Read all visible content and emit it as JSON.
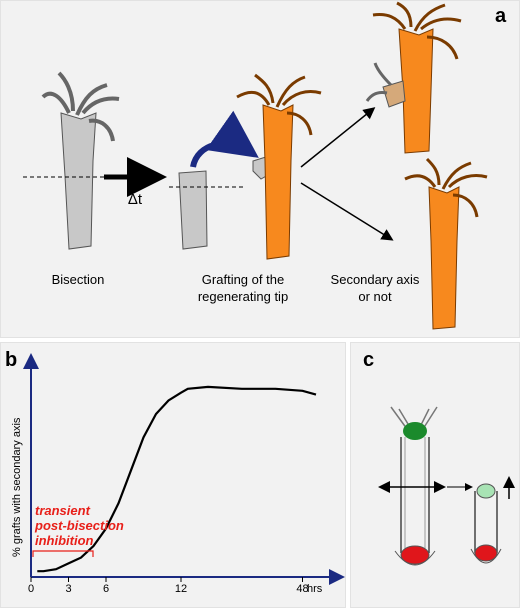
{
  "panel_a": {
    "letter": "a",
    "label_bisection": "Bisection",
    "label_delta_t": "Δt",
    "label_grafting_line1": "Grafting of the",
    "label_grafting_line2": "regenerating tip",
    "label_secondary_line1": "Secondary axis",
    "label_secondary_line2": "or not"
  },
  "panel_b": {
    "letter": "b",
    "annotation_line1": "transient",
    "annotation_line2": "post-bisection",
    "annotation_line3": "inhibition"
  },
  "panel_c": {
    "letter": "c"
  },
  "colors": {
    "gray_tissue": "#c8c8c8",
    "orange_tissue": "#f7891e",
    "arrow_blue": "#1b2a82",
    "annotation_red": "#e8201a",
    "green_head": "#1b8a2c",
    "red_foot": "#e0161b"
  },
  "chart_data": {
    "type": "line",
    "title": "",
    "xlabel": "hrs",
    "ylabel": "% grafts with secondary axis",
    "x_ticks": [
      0,
      3,
      6,
      12,
      48
    ],
    "x_tick_labels": [
      "0",
      "3",
      "6",
      "12",
      "48"
    ],
    "series": [
      {
        "x": [
          0.5,
          1,
          2,
          3,
          4,
          5,
          6,
          7,
          8,
          9,
          10,
          11,
          12,
          14,
          20,
          30,
          40,
          48,
          52
        ],
        "y": [
          3,
          3,
          4,
          7,
          10,
          16,
          25,
          38,
          55,
          72,
          84,
          91,
          95,
          97,
          98,
          97,
          97,
          96,
          94
        ]
      }
    ],
    "annotations": [
      "transient",
      "post-bisection",
      "inhibition"
    ],
    "ylim": [
      0,
      100
    ],
    "grid": false
  }
}
